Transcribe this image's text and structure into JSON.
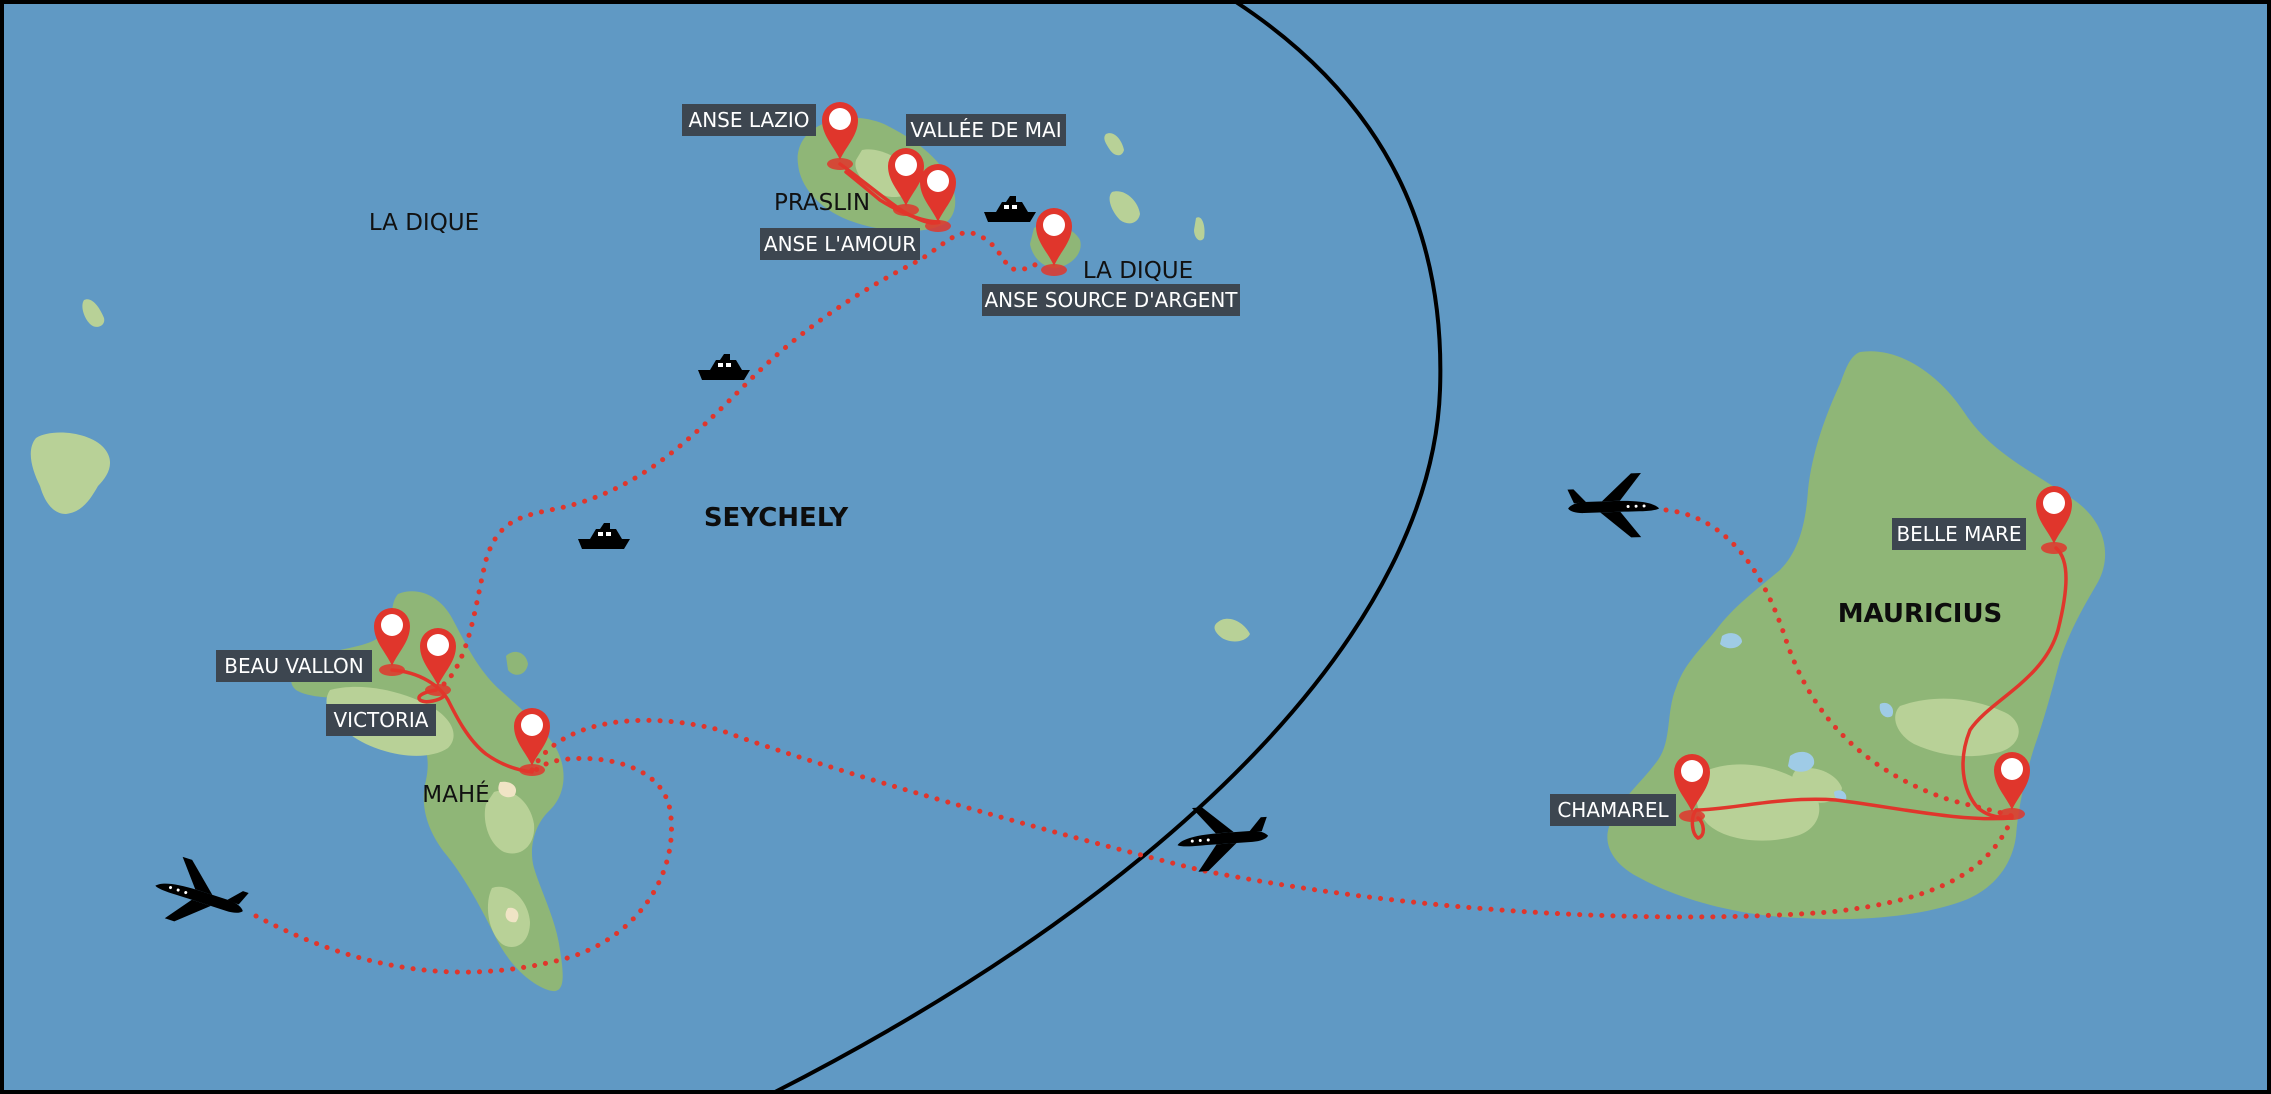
{
  "map": {
    "colors": {
      "sea": "#6099c4",
      "land": "#8fb677",
      "land_light": "#b8d197",
      "lake": "#9fcbe6",
      "sand": "#f0e4c5",
      "route": "#e0362c",
      "pin": "#e0362c",
      "label_bg": "#3d4650",
      "border": "#000000"
    },
    "regions": {
      "seychelles": "SEYCHELY",
      "mauritius": "MAURICIUS"
    },
    "island_names": {
      "la_digue_west": "LA DIQUE",
      "praslin": "PRASLIN",
      "la_digue": "LA DIQUE",
      "mahe": "MAHÉ"
    },
    "stops": {
      "anse_lazio": "ANSE LAZIO",
      "vallee_de_mai": "VALLÉE DE MAI",
      "anse_lamour": "ANSE L'AMOUR",
      "anse_source": "ANSE SOURCE D'ARGENT",
      "beau_vallon": "BEAU VALLON",
      "victoria": "VICTORIA",
      "belle_mare": "BELLE MARE",
      "chamarel": "CHAMAREL"
    },
    "icons": [
      "plane-icon",
      "boat-icon",
      "map-pin-icon"
    ]
  }
}
